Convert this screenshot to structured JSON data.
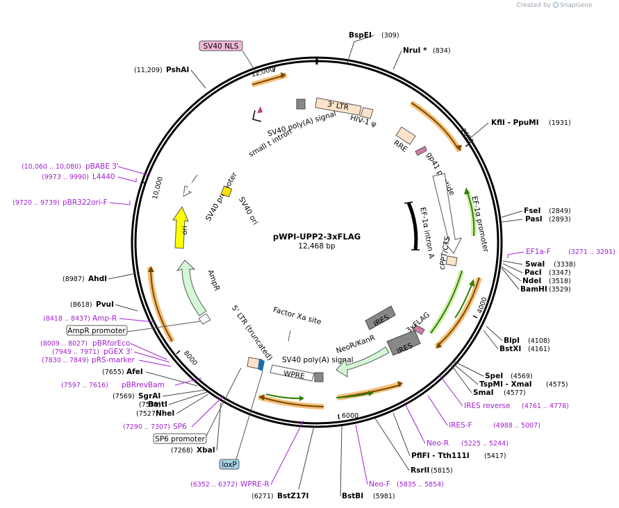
{
  "credit": {
    "prefix": "Created by",
    "brand": "SnapGene"
  },
  "plasmid": {
    "name": "pWPI-UPP2-3xFLAG",
    "size_label": "12,468 bp"
  },
  "ticks": [
    "2000",
    "4000",
    "6000",
    "8000",
    "10,000",
    "12,000"
  ],
  "feature_labels": {
    "sv40_nls": "SV40 NLS",
    "ltr3": "3' LTR",
    "hiv_psi": "HIV-1 ψ",
    "sv40_polya_top": "SV40 poly(A) signal",
    "small_t": "small t intron",
    "rre": "RRE",
    "gp41": "gp41 peptide",
    "ef1a_promoter": "EF-1α promoter",
    "ef1a_intron": "EF-1α intron A",
    "cppt": "cPPT/CTS",
    "sv40_promoter": "SV40 promoter",
    "sv40_ori": "SV40 ori",
    "ori": "ori",
    "ampr": "AmpR",
    "ltr5": "5' LTR (truncated)",
    "factor_xa": "Factor Xa site",
    "ires_inner": "IRES",
    "flag": "3xFLAG",
    "ires_arrow": "IRES",
    "neor": "NeoR/KanR",
    "sv40_polya_bottom": "SV40 poly(A) signal",
    "wpre": "WPRE",
    "ampr_promoter": "AmpR promoter",
    "sp6_promoter": "SP6 promoter",
    "loxp": "loxP"
  },
  "sites": [
    {
      "name": "BspEI",
      "pos": "(309)"
    },
    {
      "name": "NruI *",
      "pos": "(834)"
    },
    {
      "name": "KflI - PpuMI",
      "pos": "(1931)"
    },
    {
      "name": "FseI",
      "pos": "(2849)"
    },
    {
      "name": "PasI",
      "pos": "(2893)"
    },
    {
      "name": "SwaI",
      "pos": "(3338)"
    },
    {
      "name": "PacI",
      "pos": "(3347)"
    },
    {
      "name": "NdeI",
      "pos": "(3518)"
    },
    {
      "name": "BamHI",
      "pos": "(3529)"
    },
    {
      "name": "BlpI",
      "pos": "(4108)"
    },
    {
      "name": "BstXI",
      "pos": "(4161)"
    },
    {
      "name": "SpeI",
      "pos": "(4569)"
    },
    {
      "name": "TspMI - XmaI",
      "pos": "(4575)"
    },
    {
      "name": "SmaI",
      "pos": "(4577)"
    },
    {
      "name": "PflFI - Tth111I",
      "pos": "(5417)"
    },
    {
      "name": "RsrII",
      "pos": "(5815)"
    },
    {
      "name": "BstBI",
      "pos": "(5981)"
    },
    {
      "name": "BstZ17I",
      "pos": "(6271)"
    },
    {
      "name": "XbaI",
      "pos": "(7268)"
    },
    {
      "name": "NheI",
      "pos": "(7527)"
    },
    {
      "name": "BmtI",
      "pos": "(7531)"
    },
    {
      "name": "SgrAI",
      "pos": "(7569)"
    },
    {
      "name": "AfeI",
      "pos": "(7655)"
    },
    {
      "name": "PvuI",
      "pos": "(8618)"
    },
    {
      "name": "AhdI",
      "pos": "(8987)"
    },
    {
      "name": "PshAI",
      "pos": "(11,209)"
    }
  ],
  "primers": [
    {
      "name": "EF1a-F",
      "pos": "(3271 .. 3291)"
    },
    {
      "name": "IRES reverse",
      "pos": "(4761 .. 4778)"
    },
    {
      "name": "IRES-F",
      "pos": "(4988 .. 5007)"
    },
    {
      "name": "Neo-R",
      "pos": "(5225 .. 5244)"
    },
    {
      "name": "Neo-F",
      "pos": "(5835 .. 5854)"
    },
    {
      "name": "WPRE-R",
      "pos": "(6352 .. 6372)"
    },
    {
      "name": "SP6",
      "pos": "(7290 .. 7307)"
    },
    {
      "name": "pBRrevBam",
      "pos": "(7597 .. 7616)"
    },
    {
      "name": "pRS-marker",
      "pos": "(7830 .. 7849)"
    },
    {
      "name": "pGEX 3'",
      "pos": "(7949 .. 7971)"
    },
    {
      "name": "pBRforEco",
      "pos": "(8009 .. 8027)"
    },
    {
      "name": "Amp-R",
      "pos": "(8418 .. 8437)"
    },
    {
      "name": "pBR322ori-F",
      "pos": "(9720 .. 9739)"
    },
    {
      "name": "L4440",
      "pos": "(9973 .. 9990)"
    },
    {
      "name": "pBABE 3'",
      "pos": "(10,060 .. 10,080)"
    }
  ]
}
